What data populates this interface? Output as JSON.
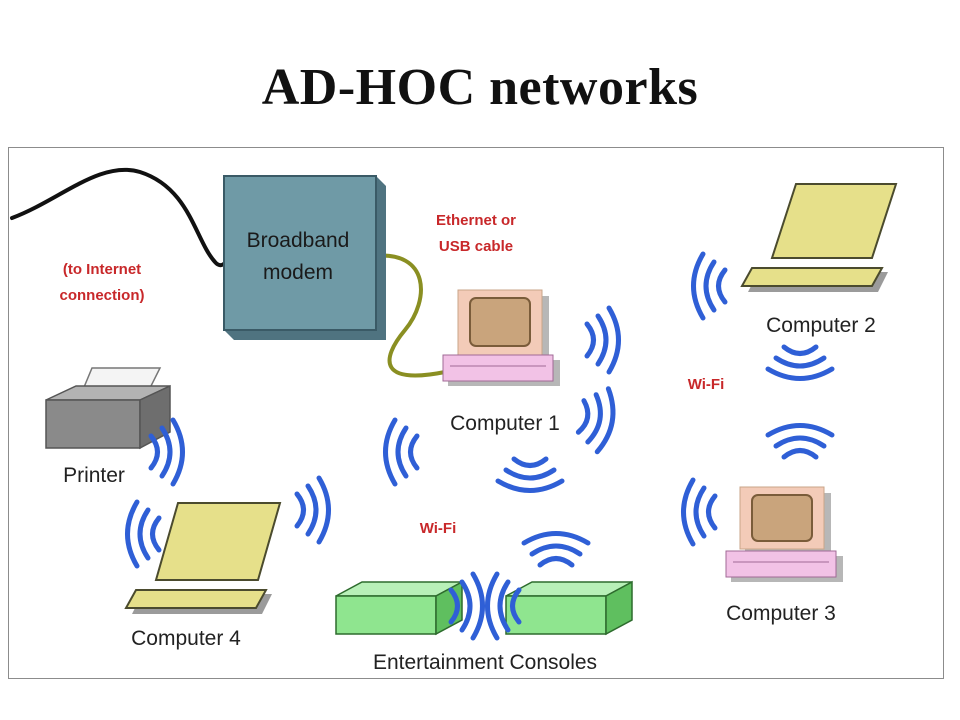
{
  "title": "AD-HOC networks",
  "labels": {
    "modem_line1": "Broadband",
    "modem_line2": "modem",
    "internet_line1": "(to Internet",
    "internet_line2": "connection)",
    "cable_line1": "Ethernet or",
    "cable_line2": "USB cable",
    "computer1": "Computer 1",
    "computer2": "Computer 2",
    "computer3": "Computer 3",
    "computer4": "Computer 4",
    "printer": "Printer",
    "wifi_right": "Wi-Fi",
    "wifi_center": "Wi-Fi",
    "consoles": "Entertainment Consoles"
  },
  "colors": {
    "wifi_waves": "#2f5fd6",
    "label_red": "#c8282a",
    "modem": "#6f9aa6",
    "laptop": "#e6e08a",
    "console": "#8fe58f",
    "monitor": "#c9a47c",
    "keyboard": "#f2c2e6"
  }
}
